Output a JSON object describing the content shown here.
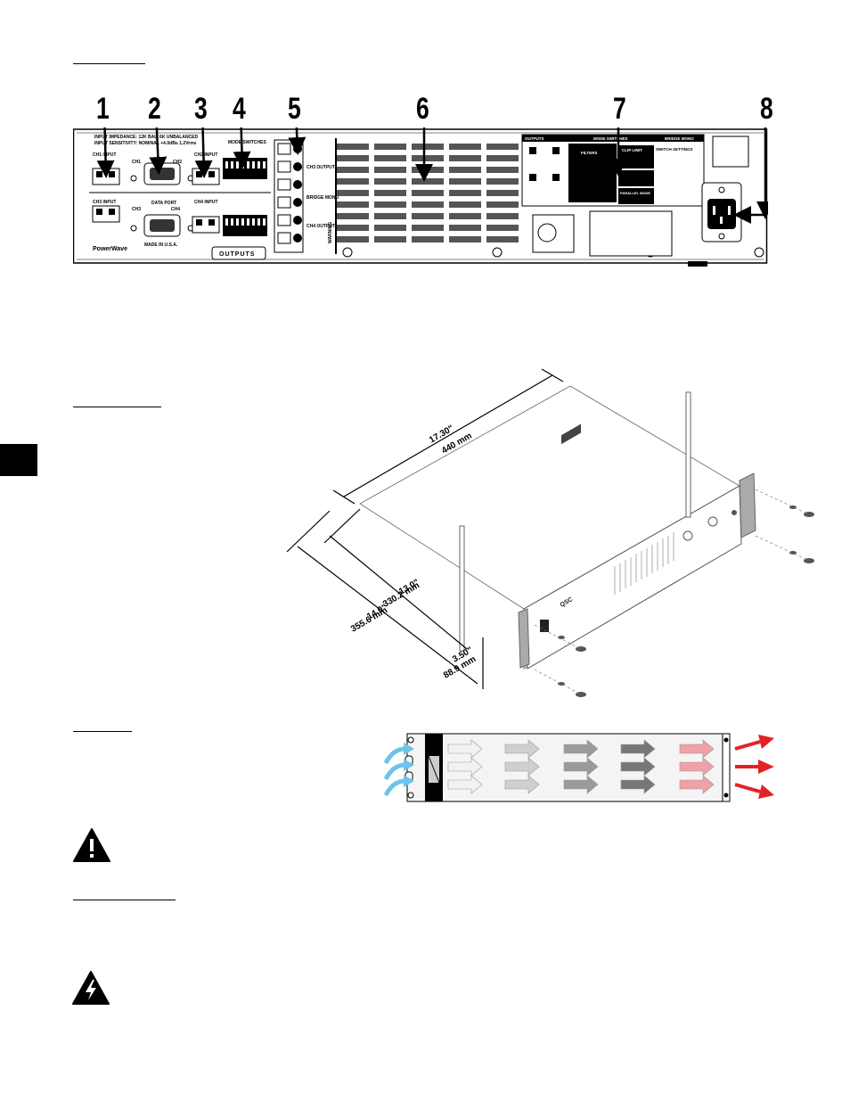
{
  "callouts": [
    "1",
    "2",
    "3",
    "4",
    "5",
    "6",
    "7",
    "8"
  ],
  "rear_panel": {
    "input_impedance": "INPUT IMPEDANCE: 12K BAL. 6K UNBALANCED",
    "input_sensitivity": "INPUT SENSITIVITY: NOMINAL +4.0dBu 1.2Vrms",
    "ch1_input": "CH1 INPUT",
    "ch2_input": "CH2 INPUT",
    "ch3_input": "CH3 INPUT",
    "ch4_input": "CH4 INPUT",
    "data_port": "DATA PORT",
    "ch1_short": "CH1",
    "ch2_short": "CH2",
    "ch3_short": "CH3",
    "ch4_short": "CH4",
    "mode_switches": "MODE SWITCHES",
    "ch3_output": "CH3 OUTPUT",
    "bridge_mono": "BRIDGE MONO",
    "ch4_output": "CH4 OUTPUT",
    "brand": "PowerWave",
    "made_in": "MADE IN U.S.A.",
    "outputs": "OUTPUTS",
    "warning": "WARNING",
    "label_outputs": "OUTPUTS",
    "label_mode_switches": "MODE SWITCHES",
    "label_filters": "FILTERS",
    "label_clip_limit": "CLIP LIMIT",
    "label_bridge_mono": "BRIDGE MONO",
    "label_parallel_mode": "PARALLEL MODE",
    "label_switch_settings": "SWITCH SETTINGS"
  },
  "dimensions": {
    "width_in": "17.30\"",
    "width_mm": "440 mm",
    "depth1_in": "13.0\"",
    "depth1_mm": "330.2 mm",
    "depth2_in": "14.0\"",
    "depth2_mm": "355.6 mm",
    "height_in": "3.50\"",
    "height_mm": "88.9 mm",
    "front_brand": "QSC"
  },
  "colors": {
    "airflow_in": "#6ec3ea",
    "airflow_out": "#e32226",
    "arrow_light": "#f2f2f2",
    "arrow_mid": "#9a9a9a",
    "arrow_hot": "#f0a0a8"
  }
}
